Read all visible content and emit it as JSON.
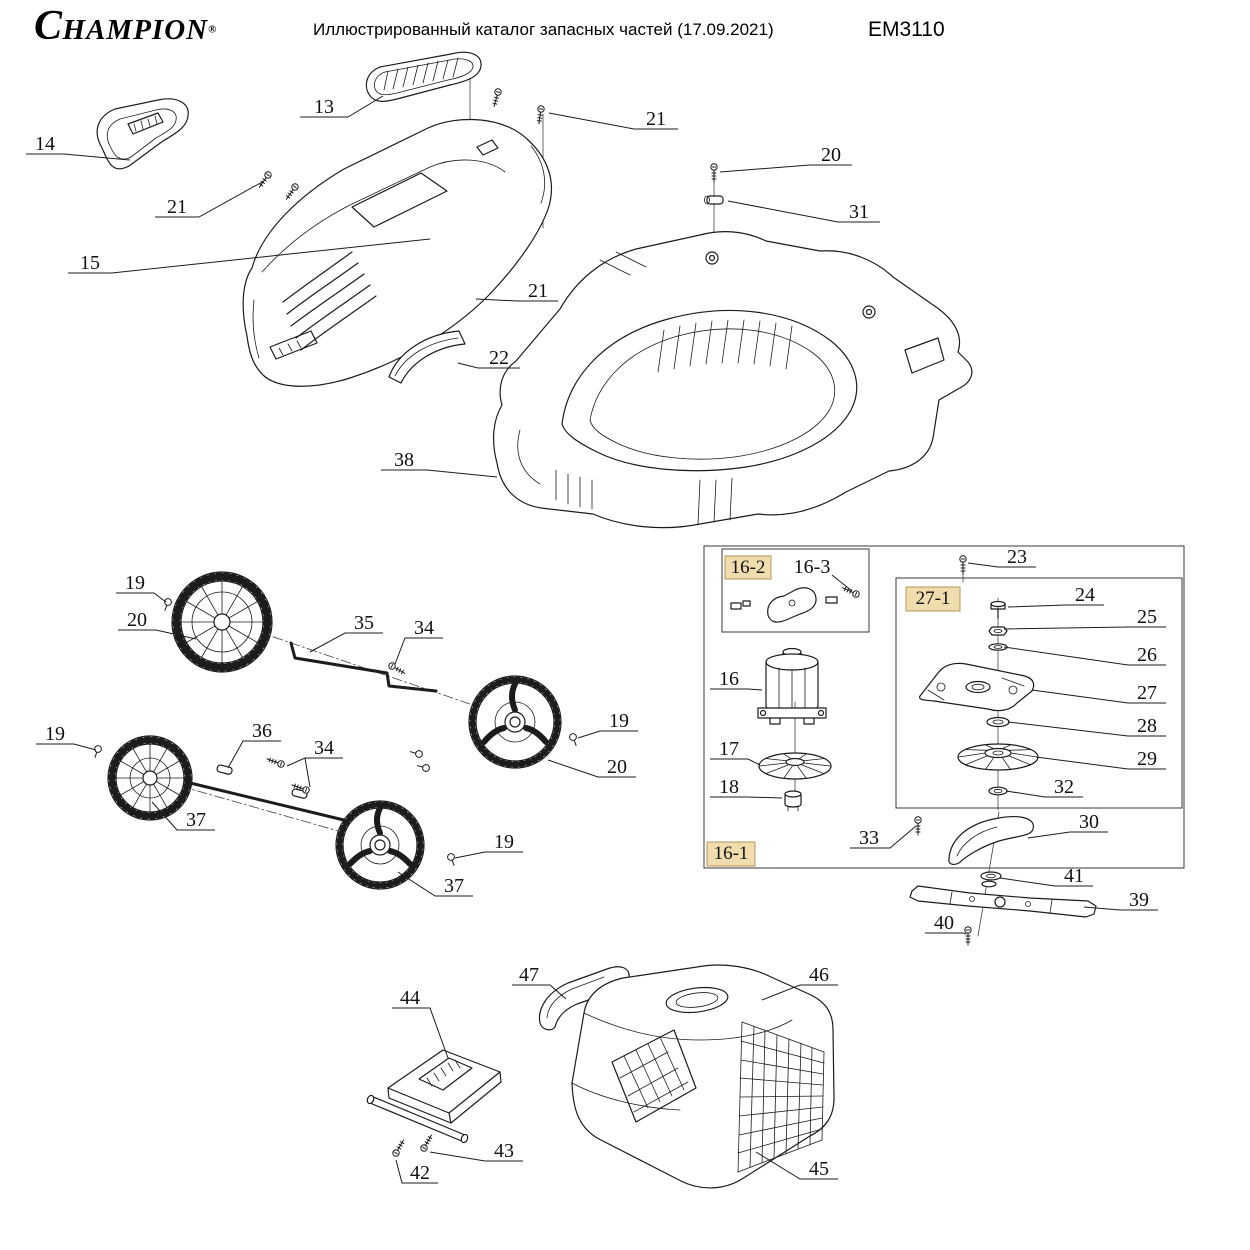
{
  "header": {
    "brand_initial": "C",
    "brand_rest": "HAMPION",
    "brand_reg": "®",
    "subtitle": "Иллюстрированный каталог запасных частей (17.09.2021)",
    "model": "EM3110"
  },
  "colors": {
    "ink": "#1c1c1c",
    "highlight_bg": "#f0ddae",
    "highlight_border": "#b5955a",
    "background": "#ffffff"
  },
  "section_labels": {
    "box_16_2": "16-2",
    "box_27_1": "27-1",
    "box_16_1": "16-1"
  },
  "callouts": {
    "c13": "13",
    "c14": "14",
    "c21a": "21",
    "c20a": "20",
    "c31": "31",
    "c21b": "21",
    "c15": "15",
    "c21c": "21",
    "c22": "22",
    "c38": "38",
    "c19a": "19",
    "c20b": "20",
    "c35": "35",
    "c34a": "34",
    "c19b": "19",
    "c19c": "19",
    "c36": "36",
    "c34b": "34",
    "c20c": "20",
    "c37a": "37",
    "c19d": "19",
    "c37b": "37",
    "c16_3": "16-3",
    "c23": "23",
    "c24": "24",
    "c25": "25",
    "c26": "26",
    "c27": "27",
    "c28": "28",
    "c29": "29",
    "c16": "16",
    "c17": "17",
    "c18": "18",
    "c32": "32",
    "c30": "30",
    "c33": "33",
    "c41": "41",
    "c39": "39",
    "c40": "40",
    "c47": "47",
    "c46": "46",
    "c44": "44",
    "c43": "43",
    "c42": "42",
    "c45": "45"
  }
}
